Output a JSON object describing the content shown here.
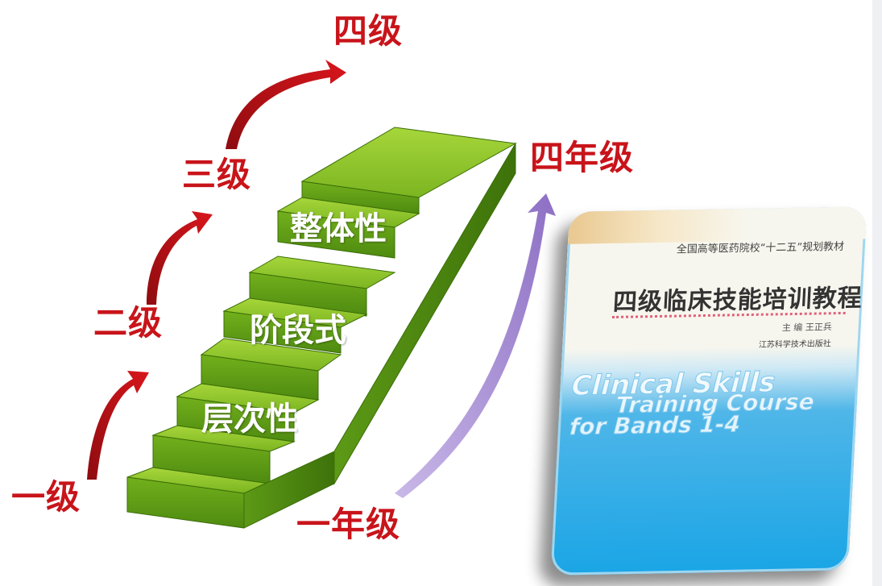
{
  "levels": {
    "one": "一级",
    "two": "二级",
    "three": "三级",
    "four": "四级"
  },
  "years": {
    "first": "一年级",
    "fourth": "四年级"
  },
  "stair_labels": {
    "layered": "层次性",
    "staged": "阶段式",
    "integral": "整体性"
  },
  "book": {
    "series": "全国高等医药院校“十二五”规划教材",
    "title": "四级临床技能培训教程",
    "editor": "主 编 王正兵",
    "publisher": "江苏科学技术出版社",
    "english_line1": "Clinical Skills",
    "english_line2": "Training Course",
    "english_line3": "for Bands 1-4"
  },
  "colors": {
    "level_red": "#c8141a",
    "stair_green": "#6aa51c",
    "arrow_purple": "#a58bd0",
    "book_blue": "#1aa5e6"
  }
}
